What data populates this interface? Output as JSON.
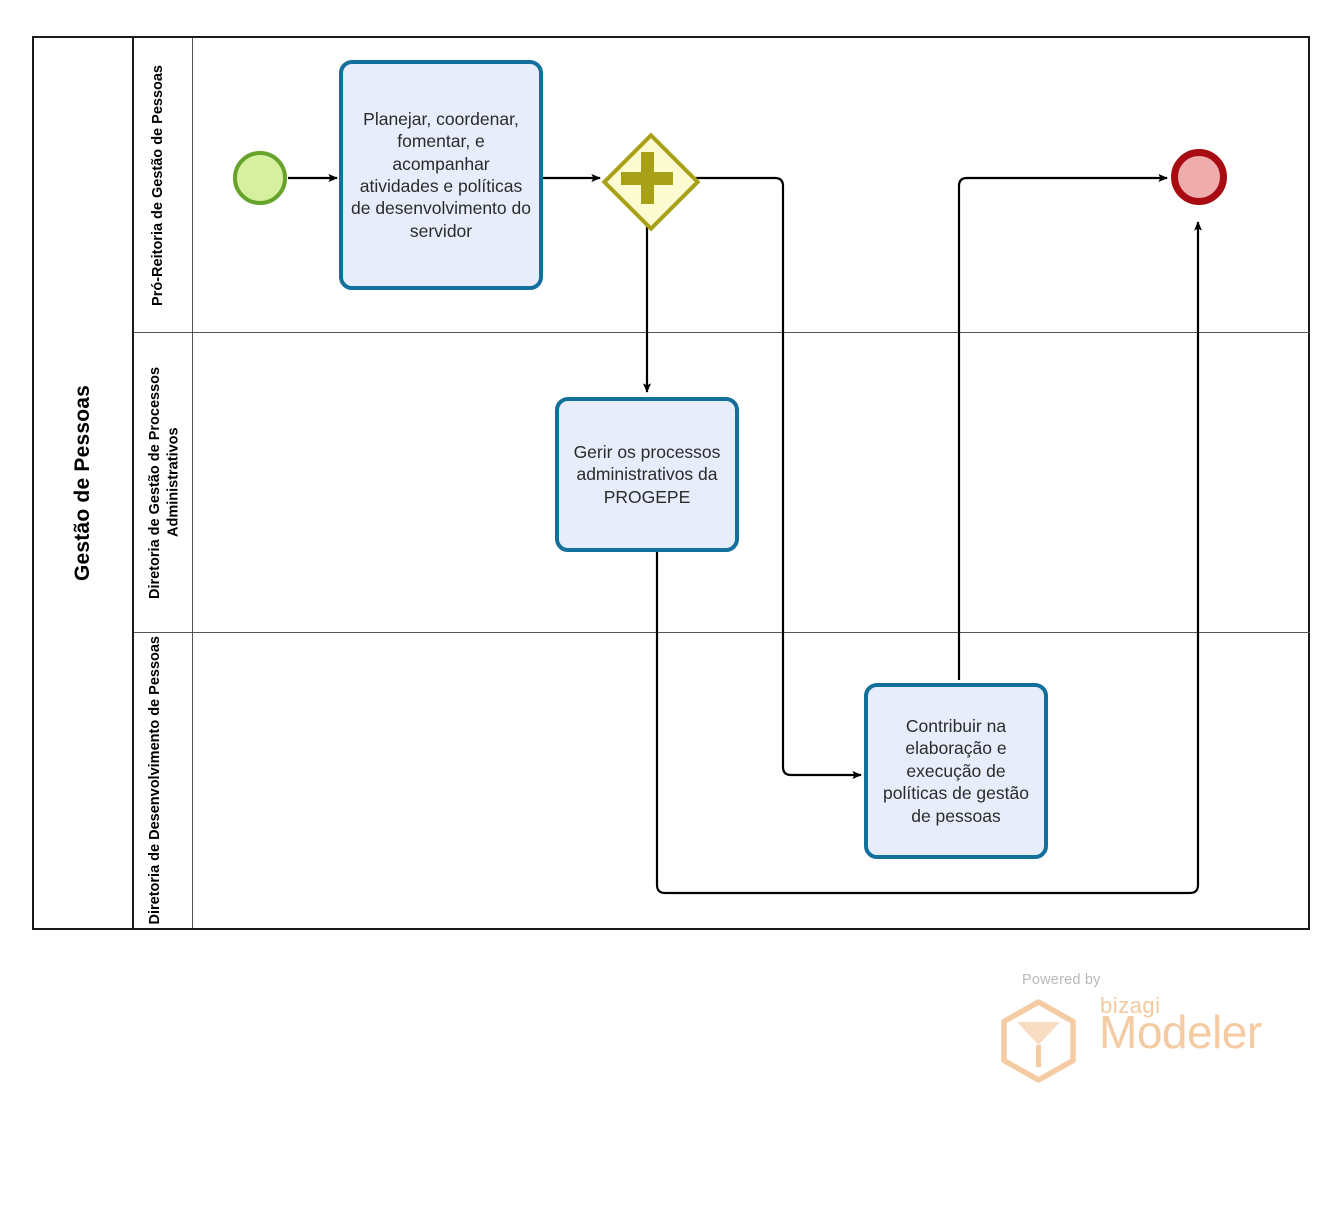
{
  "diagram": {
    "type": "bpmn-process",
    "pool": {
      "label": "Gestão de Pessoas"
    },
    "lanes": [
      {
        "id": "lane-1",
        "label": "Pró-Reitoria de Gestão de Pessoas"
      },
      {
        "id": "lane-2",
        "label": "Diretoria de Gestão de Processos Administrativos"
      },
      {
        "id": "lane-3",
        "label": "Diretoria de Desenvolvimento de Pessoas"
      }
    ],
    "nodes": [
      {
        "id": "start",
        "type": "start-event",
        "lane": "lane-1",
        "label": "",
        "fill": "#d6f0a0",
        "stroke": "#66a32b"
      },
      {
        "id": "task1",
        "type": "task",
        "lane": "lane-1",
        "label": "Planejar, coordenar, fomentar, e acompanhar atividades e políticas de desenvolvimento do servidor",
        "fill": "#e8edfb",
        "stroke": "#13709c"
      },
      {
        "id": "gateway1",
        "type": "parallel-gateway",
        "lane": "lane-1",
        "label": "",
        "fill": "#fcfbd2",
        "stroke": "#a8a016"
      },
      {
        "id": "end",
        "type": "end-event",
        "lane": "lane-1",
        "label": "",
        "fill": "#eeacac",
        "stroke": "#a80c12"
      },
      {
        "id": "task2",
        "type": "task",
        "lane": "lane-2",
        "label": "Gerir os processos administrativos da PROGEPE",
        "fill": "#e8edfb",
        "stroke": "#13709c"
      },
      {
        "id": "task3",
        "type": "task",
        "lane": "lane-3",
        "label": "Contribuir na elaboração e execução de políticas de gestão de pessoas",
        "fill": "#e8edfb",
        "stroke": "#13709c"
      }
    ],
    "flows": [
      {
        "id": "flow-start-task1",
        "from": "start",
        "to": "task1",
        "label": ""
      },
      {
        "id": "flow-task1-gateway1",
        "from": "task1",
        "to": "gateway1",
        "label": ""
      },
      {
        "id": "flow-gateway1-task2",
        "from": "gateway1",
        "to": "task2",
        "label": ""
      },
      {
        "id": "flow-gateway1-task3",
        "from": "gateway1",
        "to": "task3",
        "label": ""
      },
      {
        "id": "flow-task3-end",
        "from": "task3",
        "to": "end",
        "label": ""
      },
      {
        "id": "flow-task2-end",
        "from": "task2",
        "to": "end",
        "label": ""
      }
    ]
  },
  "watermark": {
    "powered_by": "Powered by",
    "brand": "bizagi",
    "product": "Modeler",
    "color": "#f4cba2"
  }
}
